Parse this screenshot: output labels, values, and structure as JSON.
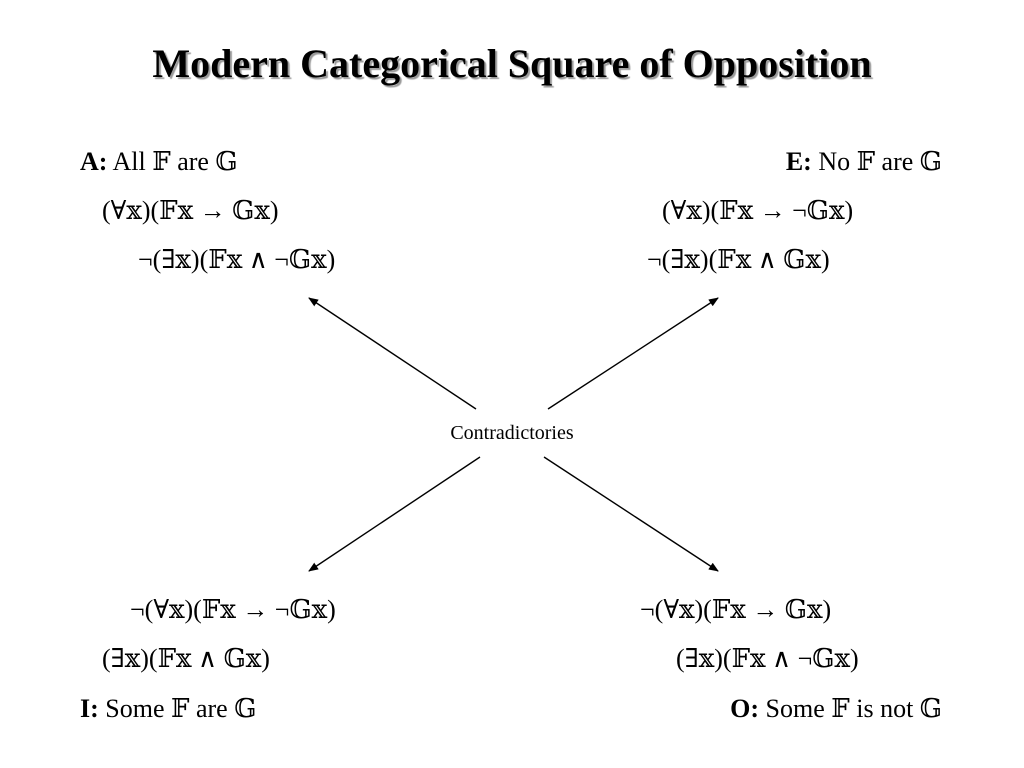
{
  "title": "Modern Categorical Square of Opposition",
  "center_label": "Contradictories",
  "corners": {
    "A": {
      "prefix": "A:",
      "statement": "All 𝔽 are 𝔾",
      "formula_1": "(∀𝕩)(𝔽𝕩 → 𝔾𝕩)",
      "formula_2": "¬(∃𝕩)(𝔽𝕩 ∧ ¬𝔾𝕩)"
    },
    "E": {
      "prefix": "E:",
      "statement": "No 𝔽 are 𝔾",
      "formula_1": "(∀𝕩)(𝔽𝕩 → ¬𝔾𝕩)",
      "formula_2": "¬(∃𝕩)(𝔽𝕩 ∧ 𝔾𝕩)"
    },
    "I": {
      "prefix": "I:",
      "statement": "Some 𝔽 are 𝔾",
      "formula_1": "¬(∀𝕩)(𝔽𝕩 → ¬𝔾𝕩)",
      "formula_2": "(∃𝕩)(𝔽𝕩 ∧ 𝔾𝕩)"
    },
    "O": {
      "prefix": "O:",
      "statement": "Some 𝔽 is not 𝔾",
      "formula_1": "¬(∀𝕩)(𝔽𝕩 → 𝔾𝕩)",
      "formula_2": "(∃𝕩)(𝔽𝕩 ∧ ¬𝔾𝕩)"
    }
  }
}
